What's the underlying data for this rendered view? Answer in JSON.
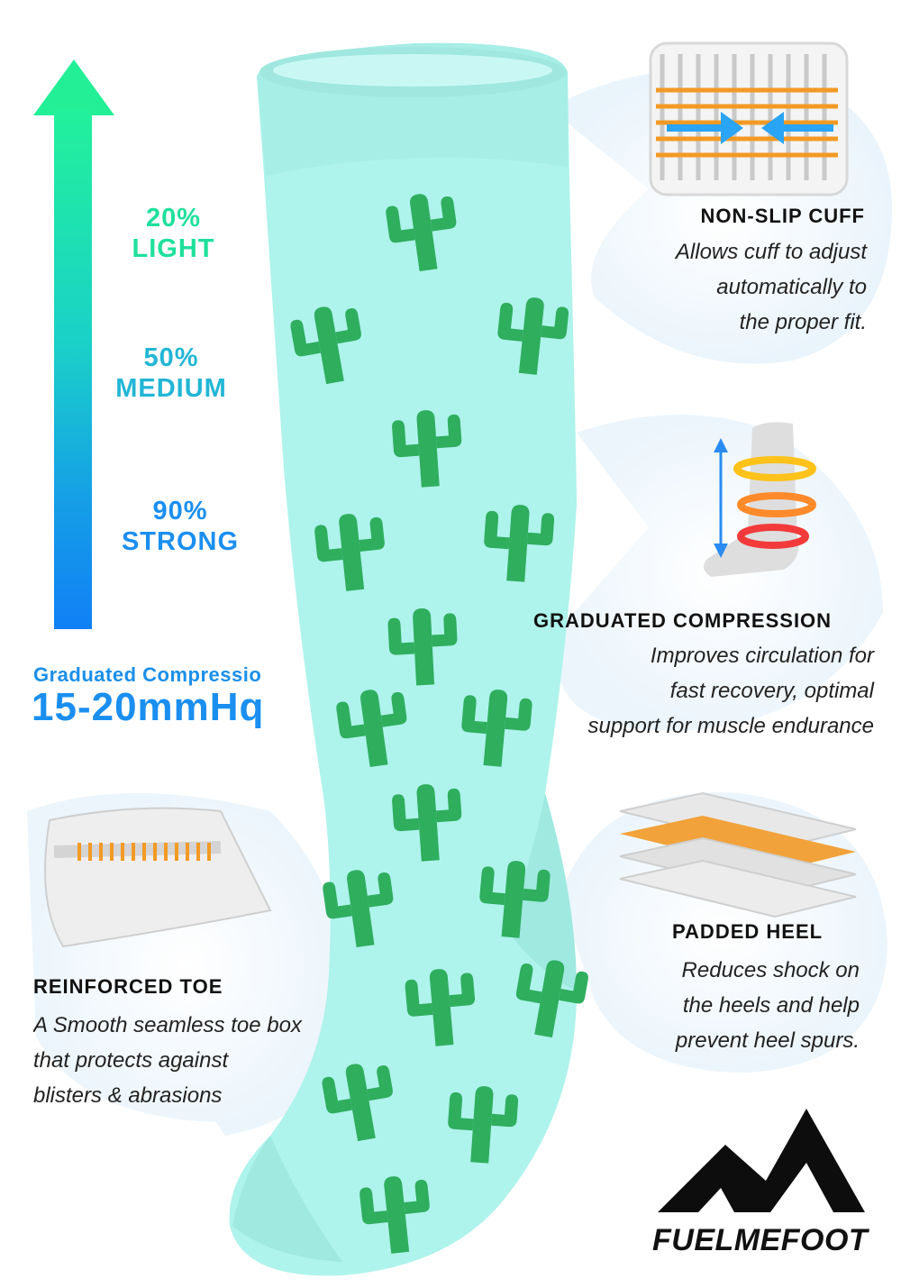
{
  "compression_levels": [
    {
      "percent": "20%",
      "label": "LIGHT"
    },
    {
      "percent": "50%",
      "label": "MEDIUM"
    },
    {
      "percent": "90%",
      "label": "STRONG"
    }
  ],
  "graduated": {
    "title": "Graduated Compressio",
    "value": "15-20mmHq"
  },
  "features": {
    "cuff": {
      "title": "NON-SLIP CUFF",
      "lines": [
        "Allows cuff to adjust",
        "automatically to",
        "the proper fit."
      ]
    },
    "compression": {
      "title": "GRADUATED COMPRESSION",
      "lines": [
        "Improves circulation for",
        "fast recovery, optimal",
        "support for muscle endurance"
      ]
    },
    "heel": {
      "title": "PADDED HEEL",
      "lines": [
        "Reduces shock on",
        "the heels and help",
        "prevent heel spurs."
      ]
    },
    "toe": {
      "title": "REINFORCED TOE",
      "lines": [
        "A Smooth seamless toe box",
        "that protects against",
        "blisters & abrasions"
      ]
    }
  },
  "brand": {
    "name": "FUELMEFOOT"
  },
  "colors": {
    "sock": "#aef3ec",
    "cactus": "#2fae5e",
    "arrow_top": "#22f19a",
    "arrow_bottom": "#1180f6",
    "accent_blue": "#1a8ff0"
  },
  "icons": [
    "cuff-illustration-icon",
    "compression-leg-icon",
    "padded-heel-layers-icon",
    "reinforced-toe-fabric-icon",
    "brand-mountain-logo-icon"
  ]
}
